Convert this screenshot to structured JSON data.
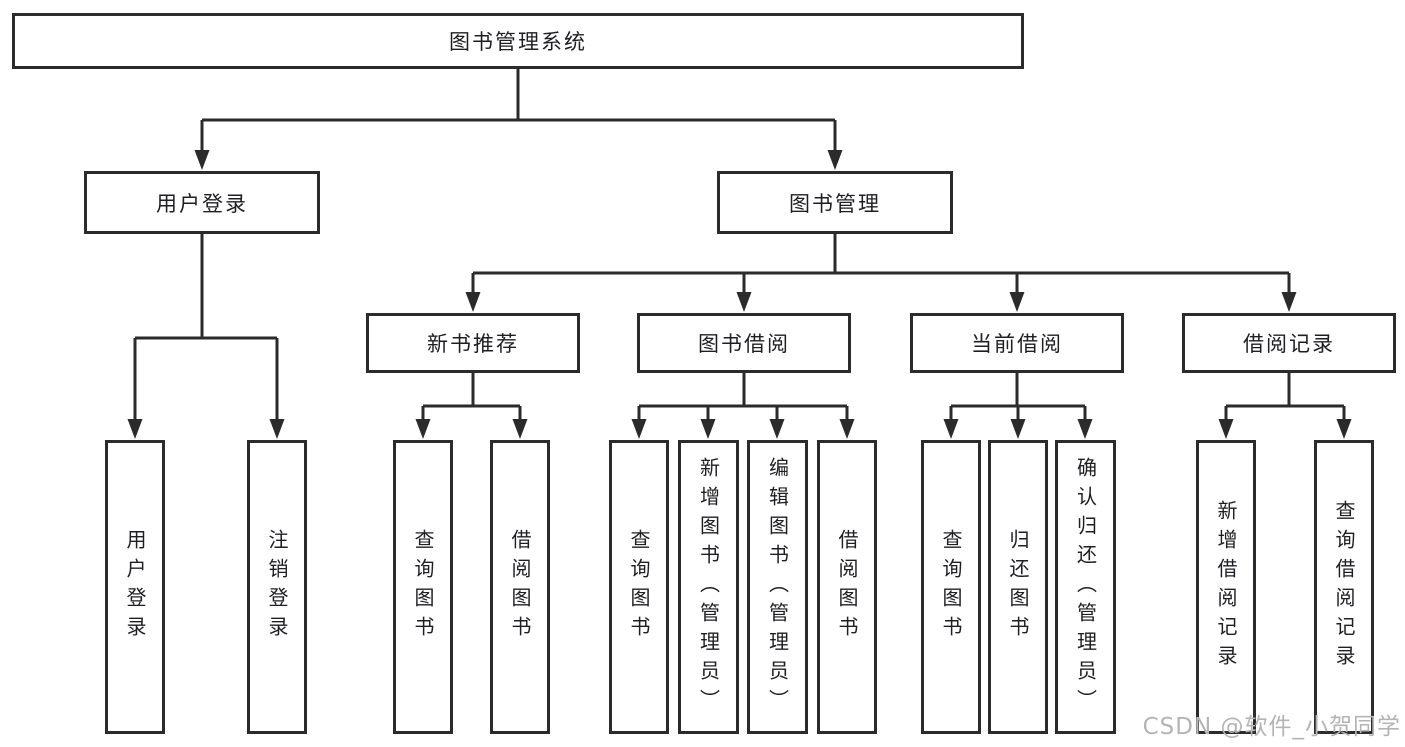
{
  "diagram": {
    "root": "图书管理系统",
    "user_login": {
      "label": "用户登录",
      "children": {
        "login": "用户登录",
        "logout": "注销登录"
      }
    },
    "book_management": {
      "label": "图书管理",
      "sections": {
        "recommend": {
          "label": "新书推荐",
          "children": {
            "query": "查询图书",
            "borrow": "借阅图书"
          }
        },
        "borrowing": {
          "label": "图书借阅",
          "children": {
            "query": "查询图书",
            "add": "新增图书（管理员）",
            "edit": "编辑图书（管理员）",
            "borrow": "借阅图书"
          }
        },
        "current": {
          "label": "当前借阅",
          "children": {
            "query": "查询图书",
            "return": "归还图书",
            "confirm": "确认归还（管理员）"
          }
        },
        "records": {
          "label": "借阅记录",
          "children": {
            "add": "新增借阅记录",
            "query": "查询借阅记录"
          }
        }
      }
    }
  },
  "watermark": "CSDN @软件_小贺同学",
  "colors": {
    "line": "#2b2b2b",
    "text": "#1f1f23",
    "watermark": "#b4b4b4",
    "background": "#ffffff"
  }
}
